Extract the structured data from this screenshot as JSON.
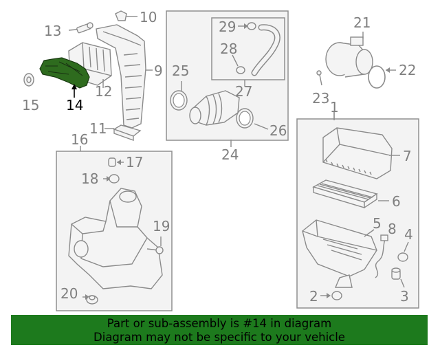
{
  "callouts": {
    "n1": "1",
    "n2": "2",
    "n3": "3",
    "n4": "4",
    "n5": "5",
    "n6": "6",
    "n7": "7",
    "n8": "8",
    "n9": "9",
    "n10": "10",
    "n11": "11",
    "n12": "12",
    "n13": "13",
    "n14": "14",
    "n15": "15",
    "n16": "16",
    "n17": "17",
    "n18": "18",
    "n19": "19",
    "n20": "20",
    "n21": "21",
    "n22": "22",
    "n23": "23",
    "n24": "24",
    "n25": "25",
    "n26": "26",
    "n27": "27",
    "n28": "28",
    "n29": "29"
  },
  "highlighted_part": "14",
  "banner": {
    "line1": "Part or sub-assembly is #14 in diagram",
    "line2": "Diagram may not be specific to your vehicle"
  },
  "colors": {
    "banner_bg": "#1d7a1d",
    "highlight_part": "#2e6b1e",
    "line_gray": "#8a8a8a"
  }
}
